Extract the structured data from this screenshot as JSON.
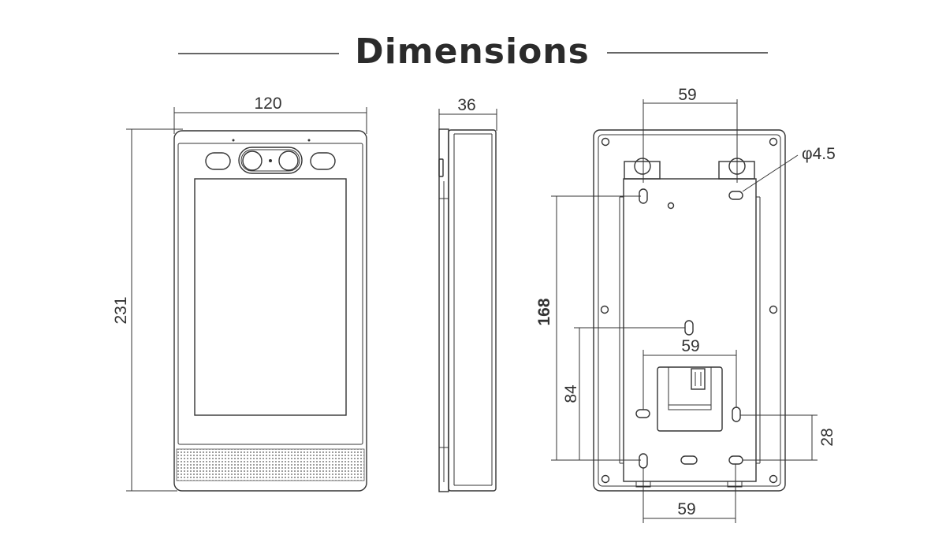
{
  "title": "Dimensions",
  "front_view": {
    "width_label": "120",
    "height_label": "231"
  },
  "side_view": {
    "depth_label": "36"
  },
  "back_view": {
    "top_spacing_label": "59",
    "hole_label": "φ4.5",
    "vertical_spacing_label": "168",
    "middle_spacing_label": "59",
    "lower_vertical_label": "84",
    "right_vertical_label": "28",
    "bottom_spacing_label": "59"
  },
  "colors": {
    "line": "#333333",
    "background": "#ffffff"
  }
}
